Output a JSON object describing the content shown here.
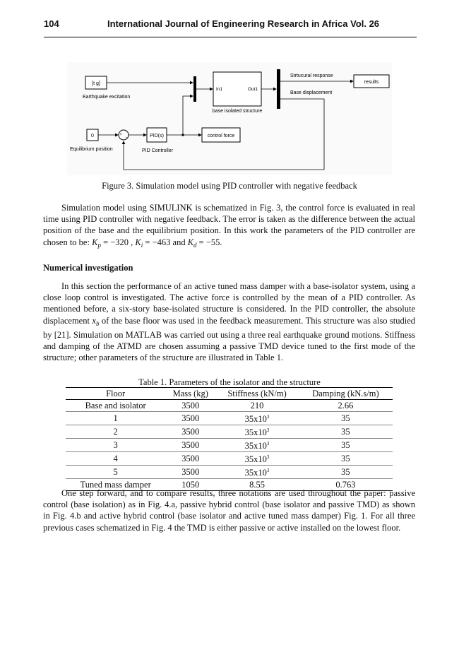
{
  "header": {
    "page_number": "104",
    "journal": "International Journal of Engineering Research in Africa Vol. 26"
  },
  "figure": {
    "caption": "Figure 3. Simulation model using PID controller with negative feedback",
    "blocks": {
      "clock": "[t g]",
      "excitation": "Earthquake excitation",
      "zero": "0",
      "equilibrium": "Equilibrium position",
      "pid": "PID(s)",
      "pid_label": "PID Controller",
      "control_force": "control force",
      "in1": "In1",
      "out1": "Out1",
      "structure": "base isolated structure",
      "response": "Strtucural response",
      "displacement": "Base displacement",
      "results": "results",
      "plus": "+",
      "minus": "-"
    }
  },
  "para1": {
    "text": "Simulation model using SIMULINK is schematized in Fig. 3, the control force is evaluated in real time using PID controller with negative feedback.  The error is taken as the difference between the actual position of the base and the equilibrium position. In this work the parameters of the PID controller are chosen to be: ",
    "kp_sym": "K",
    "kp_sub": "p",
    "kp_val": " = −320 , ",
    "ki_sym": "K",
    "ki_sub": "i",
    "ki_val": " = −463",
    "and": " and ",
    "kd_sym": "K",
    "kd_sub": "d",
    "kd_val": " = −55."
  },
  "section": {
    "title": "Numerical investigation"
  },
  "para2": {
    "text_a": "In this section the performance of an active tuned mass damper with a base-isolator system, using a close loop control is investigated. The active force is controlled by the mean of a PID controller. As mentioned before, a six-story base-isolated structure is considered. In the PID controller, the absolute displacement ",
    "xb_sym": "x",
    "xb_sub": "b",
    "text_b": " of the base floor was used in the feedback measurement. This structure was also studied by [21]. Simulation on MATLAB was carried out using a three real earthquake ground motions. Stiffness and damping of the ATMD are chosen assuming a passive TMD device tuned to the first mode of the structure; other parameters of the structure are illustrated in Table 1."
  },
  "table": {
    "caption": "Table 1. Parameters of the isolator and the structure",
    "headers": [
      "Floor",
      "Mass (kg)",
      "Stiffness (kN/m)",
      "Damping (kN.s/m)"
    ],
    "rows": [
      [
        "Base and isolator",
        "3500",
        "210",
        "2.66"
      ],
      [
        "1",
        "3500",
        "35x10",
        "35"
      ],
      [
        "2",
        "3500",
        "35x10",
        "35"
      ],
      [
        "3",
        "3500",
        "35x10",
        "35"
      ],
      [
        "4",
        "3500",
        "35x10",
        "35"
      ],
      [
        "5",
        "3500",
        "35x10",
        "35"
      ],
      [
        "Tuned mass damper",
        "1050",
        "8.55",
        "0.763"
      ]
    ],
    "exponent": "3"
  },
  "para3": {
    "text": "One step forward, and to compare results, three notations are used throughout the paper: passive control (base isolation) as in Fig. 4.a, passive hybrid control (base isolator and passive TMD) as shown in Fig. 4.b and active hybrid control (base isolator and active tuned mass damper) Fig. 1. For all three previous cases schematized in Fig. 4 the TMD is either passive or active installed on the lowest floor."
  }
}
